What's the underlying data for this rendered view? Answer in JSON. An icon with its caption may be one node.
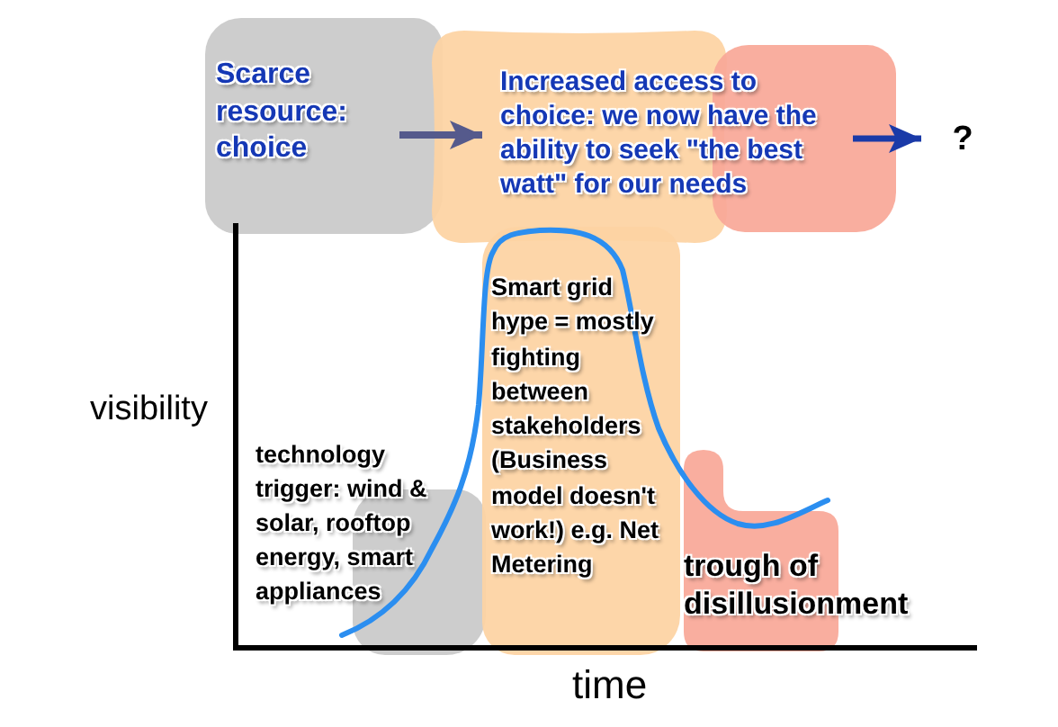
{
  "diagram": {
    "nodes": [
      {
        "text": [
          "Scarce resource: choice"
        ]
      },
      {
        "text": [
          "Increased access to choice: we now have the ability to seek \"the best watt\" for our needs"
        ]
      },
      {
        "text": [],
        "shape": "box"
      },
      {
        "text": [
          "?"
        ]
      },
      {
        "text": [],
        "shape": "box",
        "beside": [
          "technology trigger: wind & solar, rooftop energy, smart appliances"
        ]
      },
      {
        "text": [
          "Smart grid hype = mostly fighting between stakeholders (Business model doesn't work!) e.g. Net Metering"
        ]
      },
      {
        "text": [
          "trough of disillusionment"
        ]
      }
    ],
    "edges": [
      {
        "from": 0,
        "to": 1,
        "arrow": "to",
        "color": "#555a8c"
      },
      {
        "from": 2,
        "to": 3,
        "arrow": "to"
      }
    ],
    "labels": [
      "visibility",
      "time"
    ]
  }
}
